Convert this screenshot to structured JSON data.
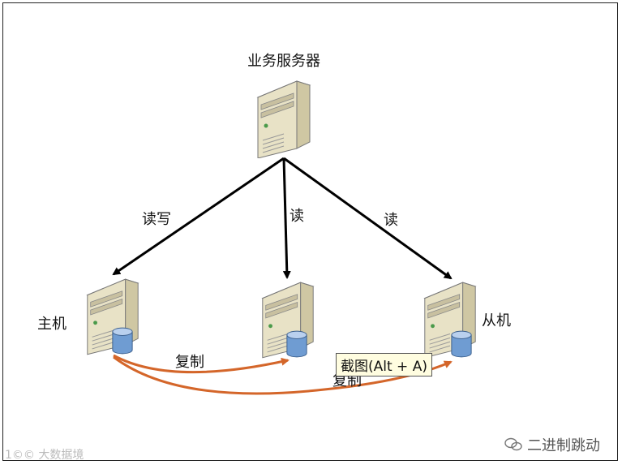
{
  "nodes": {
    "business_server": "业务服务器",
    "master": "主机",
    "slave": "从机"
  },
  "edges": {
    "read_write": "读写",
    "read_middle": "读",
    "read_right": "读",
    "replicate_1": "复制",
    "replicate_2": "复制"
  },
  "tooltip": "截图(Alt + A)",
  "watermarks": {
    "left": "1©© 大数据境",
    "right": "二进制跳动"
  },
  "icons": {
    "server": "tower-server-icon",
    "database": "database-cylinder-icon",
    "wechat": "wechat-icon"
  },
  "colors": {
    "arrow_dark": "#000000",
    "arrow_replicate": "#d4662a",
    "server_body": "#ece6cc",
    "db_blue": "#6f9cd2"
  }
}
